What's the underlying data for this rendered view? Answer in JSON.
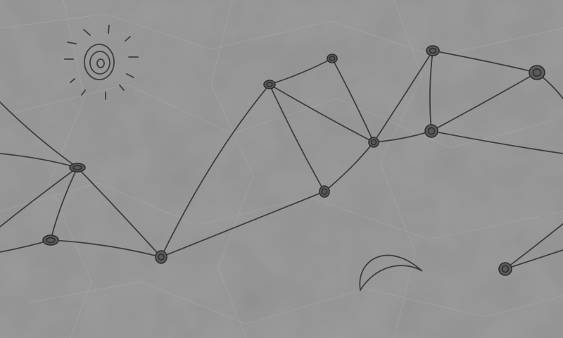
{
  "theme": {
    "paper": "#9a9a9a",
    "paper_light": "#a6a6a6",
    "paper_dark": "#8c8c8c",
    "ink": "#3e3e3e"
  },
  "game": {
    "nodes": [
      {
        "id": "n1"
      },
      {
        "id": "n2"
      },
      {
        "id": "n3"
      },
      {
        "id": "n4"
      },
      {
        "id": "n5"
      },
      {
        "id": "n6"
      },
      {
        "id": "n7"
      },
      {
        "id": "n8"
      },
      {
        "id": "n9"
      },
      {
        "id": "n10"
      },
      {
        "id": "n11"
      },
      {
        "id": "n12"
      }
    ],
    "sun": {
      "icon": "sun-icon"
    },
    "moon": {
      "icon": "crescent-icon"
    }
  }
}
